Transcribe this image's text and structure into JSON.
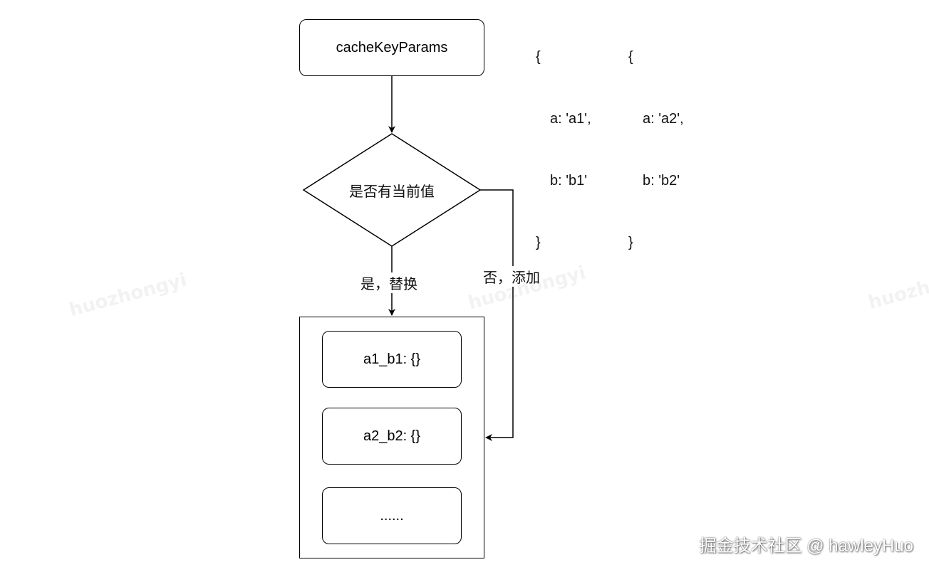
{
  "nodes": {
    "start": "cacheKeyParams",
    "decision": "是否有当前值",
    "items": [
      "a1_b1: {}",
      "a2_b2: {}",
      "......"
    ]
  },
  "edges": {
    "yes_label": "是，替换",
    "no_label": "否，添加"
  },
  "examples": [
    {
      "open": "{",
      "a": "a: 'a1',",
      "b": "b: 'b1'",
      "close": "}"
    },
    {
      "open": "{",
      "a": "a: 'a2',",
      "b": "b: 'b2'",
      "close": "}"
    }
  ],
  "watermark": {
    "text_1": "huozhongyi",
    "text_2": "huozhongyi",
    "text_3": "huozh"
  },
  "footer": {
    "credit": "掘金技术社区 @ hawleyHuo"
  },
  "colors": {
    "stroke": "#000000",
    "background": "#ffffff"
  }
}
